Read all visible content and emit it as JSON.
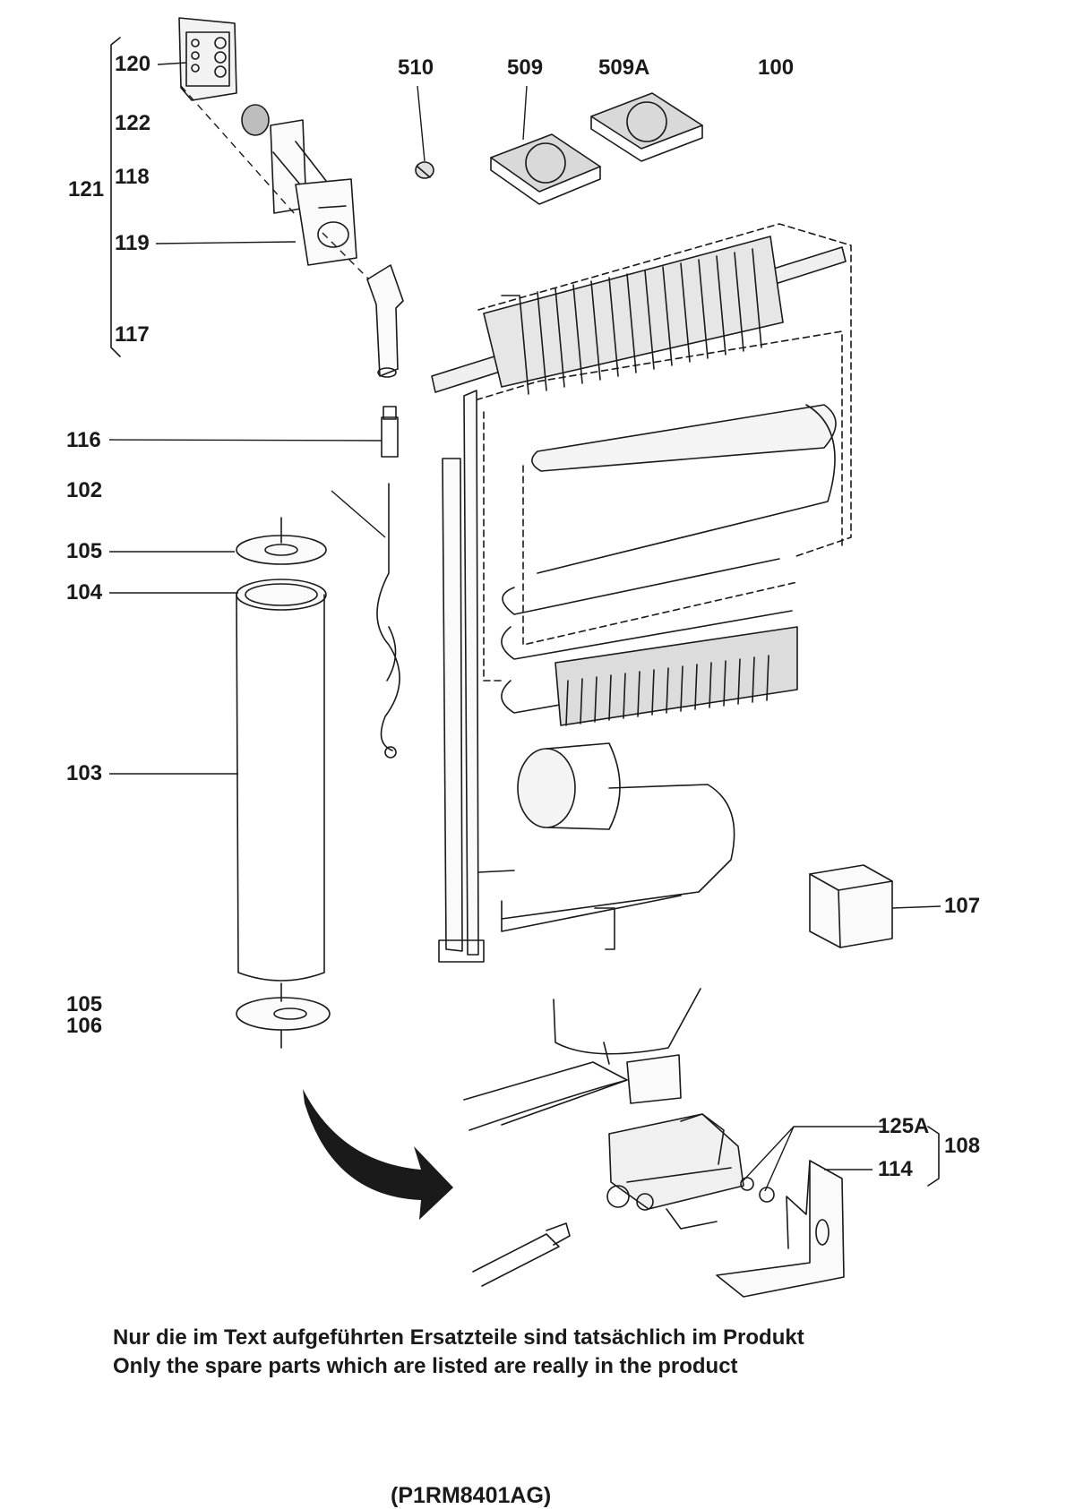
{
  "callouts": {
    "p120": "120",
    "p122": "122",
    "p121": "121",
    "p118": "118",
    "p119": "119",
    "p117": "117",
    "p116": "116",
    "p102": "102",
    "p105a": "105",
    "p104": "104",
    "p103": "103",
    "p105b": "105",
    "p106": "106",
    "p510": "510",
    "p509": "509",
    "p509a": "509A",
    "p100": "100",
    "p107": "107",
    "p125a": "125A",
    "p108": "108",
    "p114": "114"
  },
  "notes": {
    "german": "Nur die im Text aufgeführten Ersatzteile sind tatsächlich im Produkt",
    "english": "Only the spare parts which are listed are really in the product"
  },
  "drawing_code": "(P1RM8401AG)"
}
